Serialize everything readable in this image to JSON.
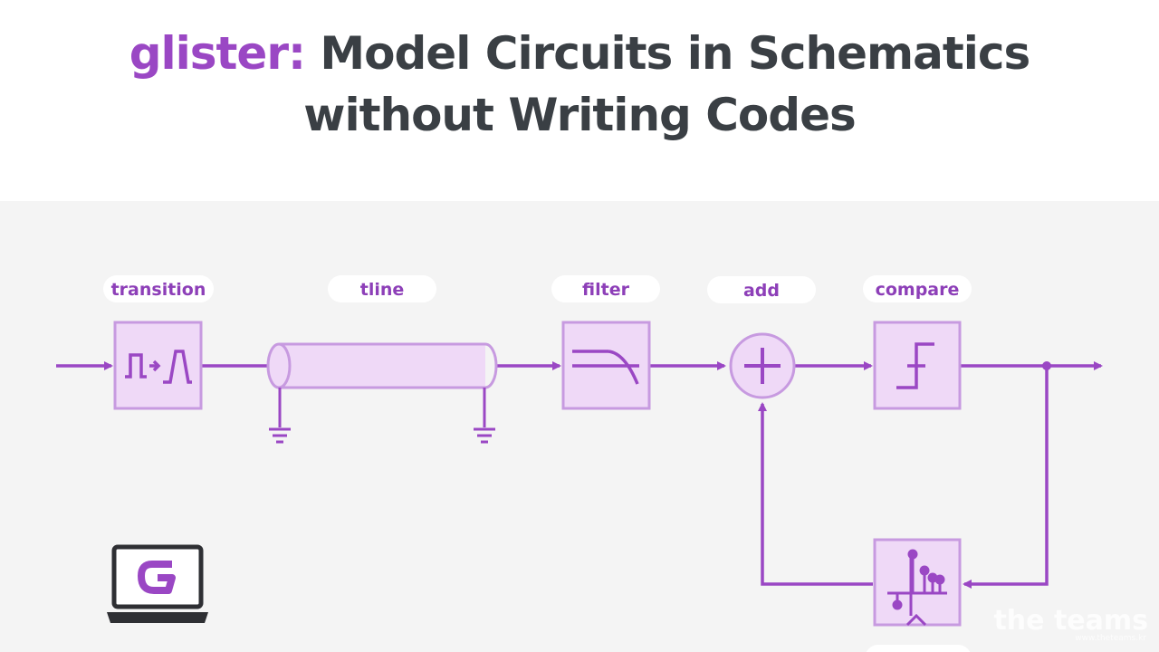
{
  "title": {
    "brand": "glister:",
    "line1_rest": " Model Circuits in Schematics",
    "line2": "without Writing Codes"
  },
  "blocks": {
    "transition": "transition",
    "tline": "tline",
    "filter": "filter",
    "add": "add",
    "compare": "compare"
  },
  "watermark": {
    "main": "the teams",
    "sub": "www.theteams.kr"
  },
  "colors": {
    "accent": "#9a47c4",
    "block_fill": "#efd9f7",
    "block_stroke": "#c79ae0",
    "wire": "#9a47c4",
    "title": "#3a3f44",
    "panel_bg": "#f4f4f4"
  },
  "icons": [
    "pulse-transition-icon",
    "step-compare-icon",
    "lowpass-filter-icon",
    "sampler-icon",
    "laptop-logo-icon"
  ]
}
